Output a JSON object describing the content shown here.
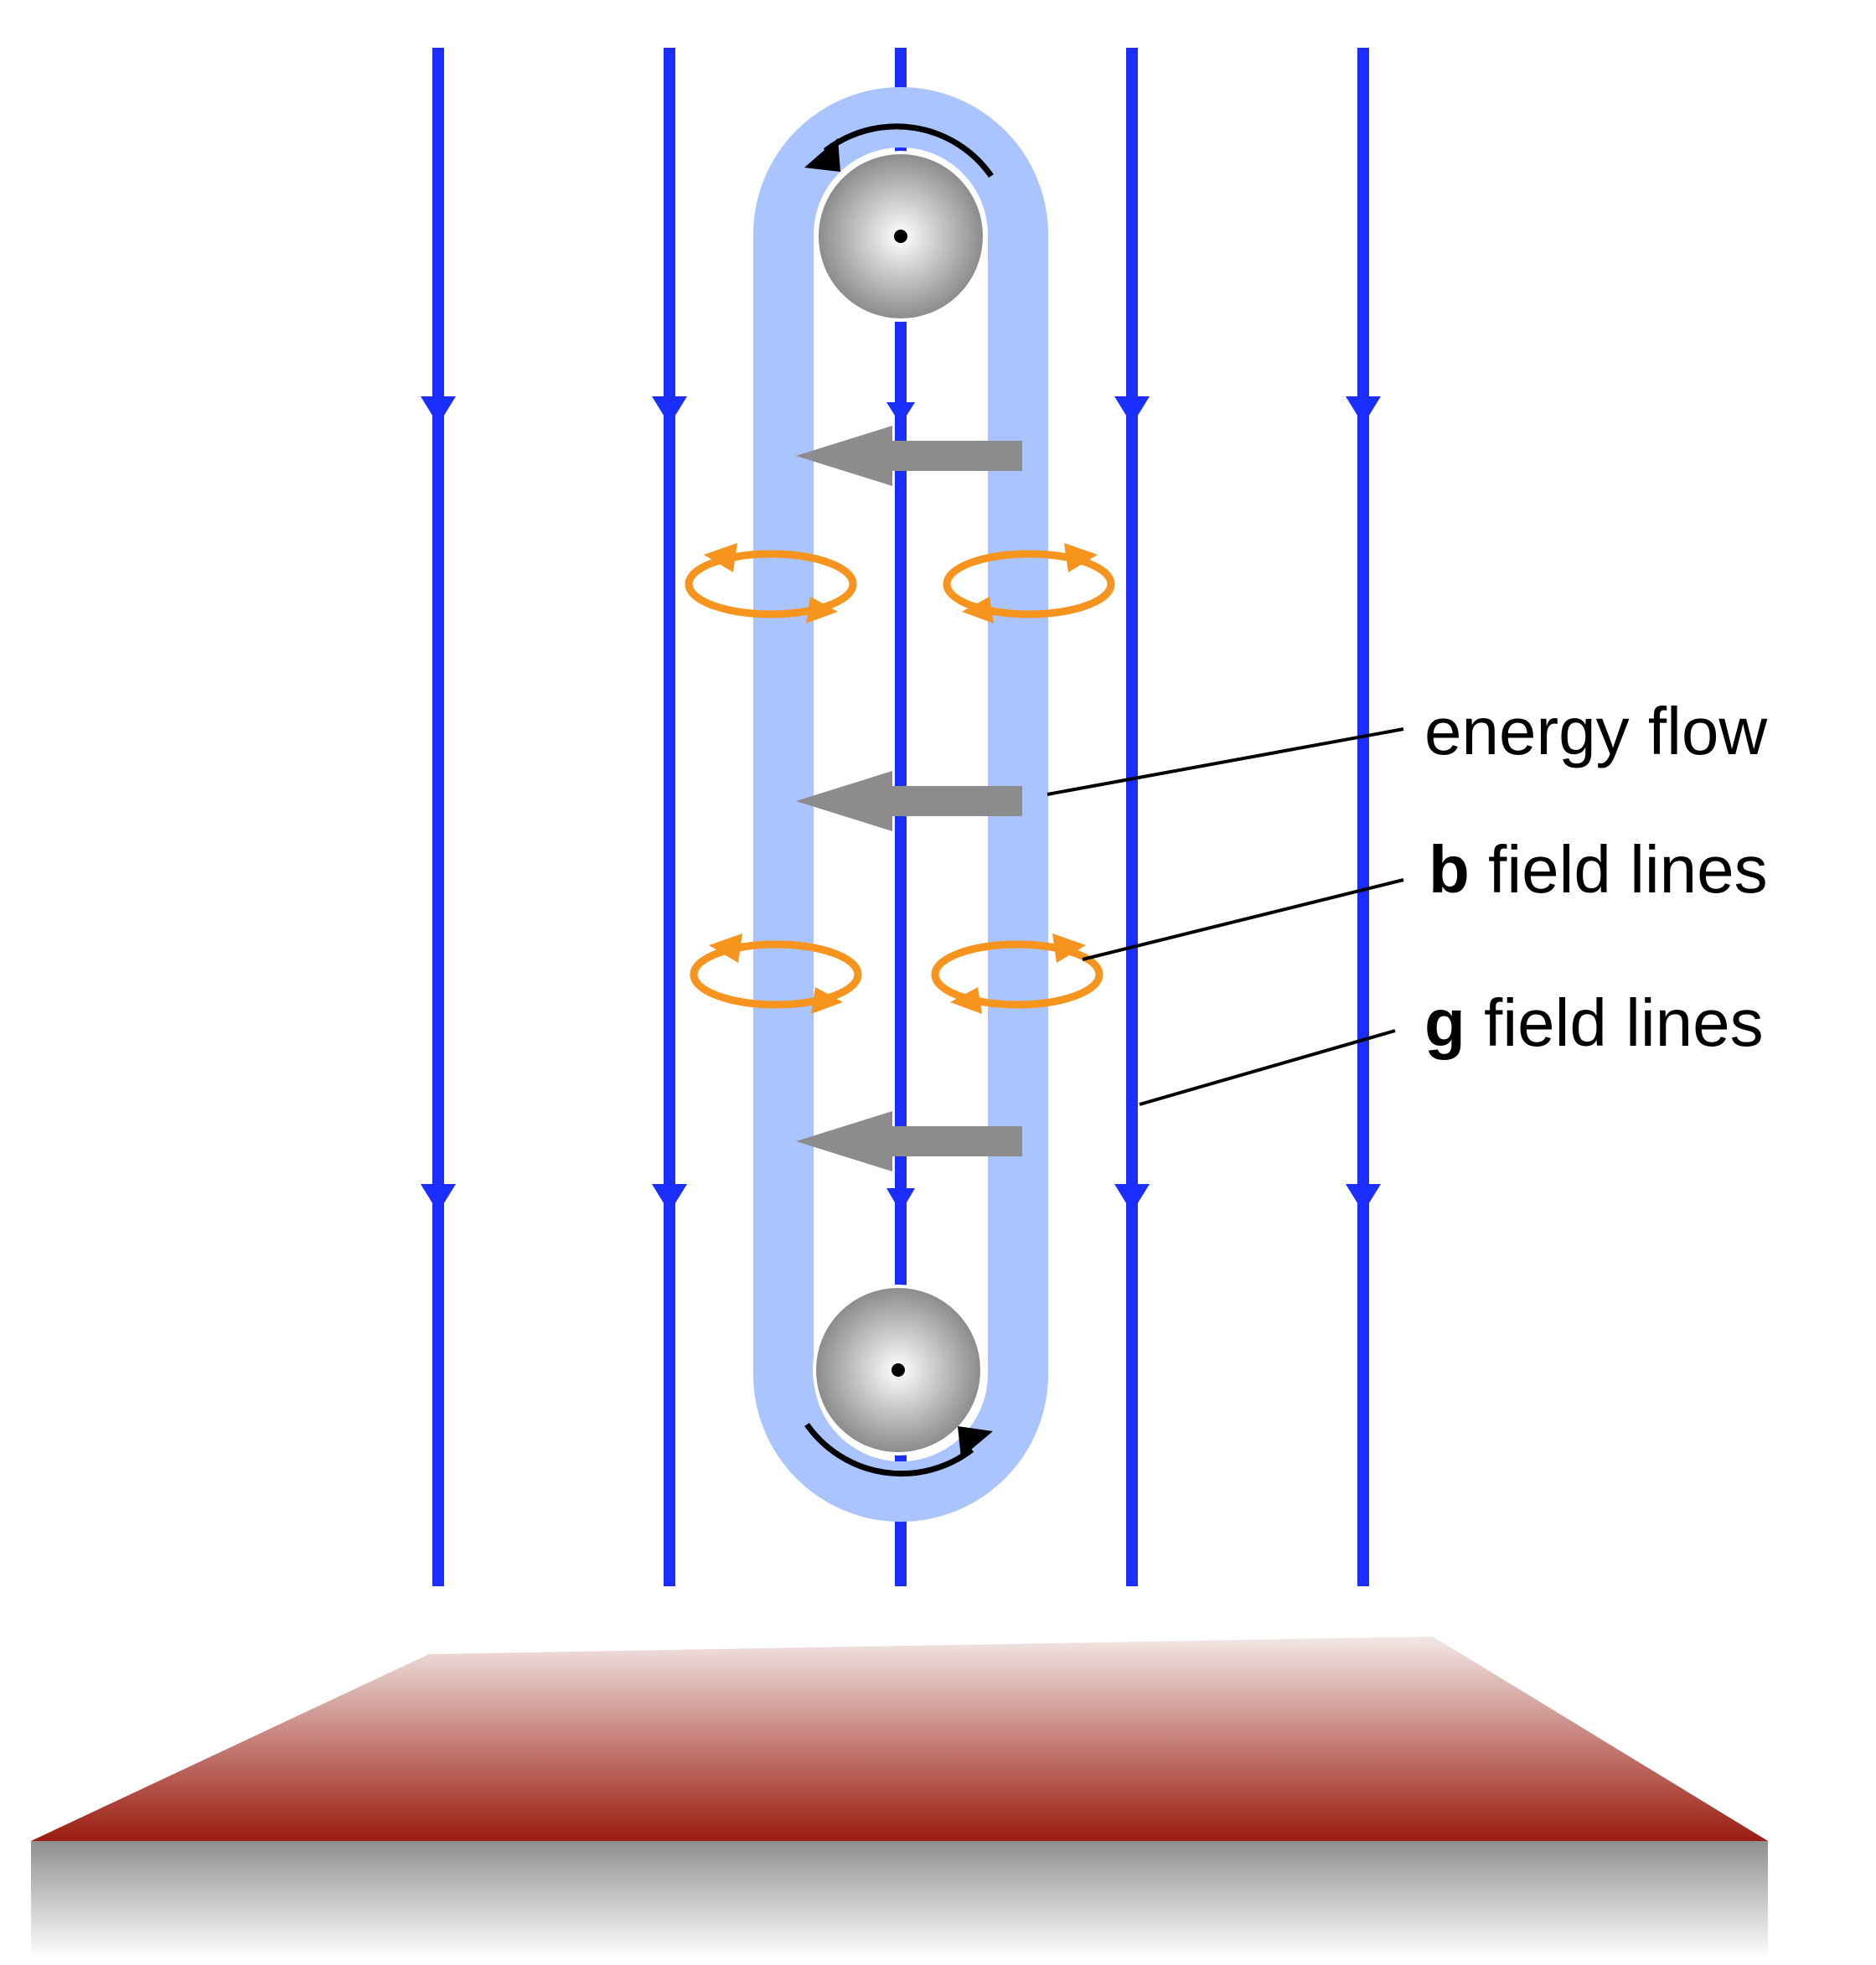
{
  "labels": {
    "energy_flow": "energy flow",
    "b_symbol": "b",
    "b_suffix": " field lines",
    "g_symbol": "g",
    "g_suffix": " field lines"
  },
  "colors": {
    "g_field": "#1a2eff",
    "belt": "#aac4ff",
    "energy_arrow": "#8c8c8c",
    "b_field": "#f7941d",
    "platform_top": "#9b1c10",
    "platform_side": "#bdbdbd",
    "rotation_arrow": "#000000"
  },
  "icons": {
    "pulley_top": "pulley-icon",
    "pulley_bottom": "pulley-icon",
    "rotation_top": "counterclockwise-arrow-icon",
    "rotation_bottom": "counterclockwise-arrow-icon"
  }
}
